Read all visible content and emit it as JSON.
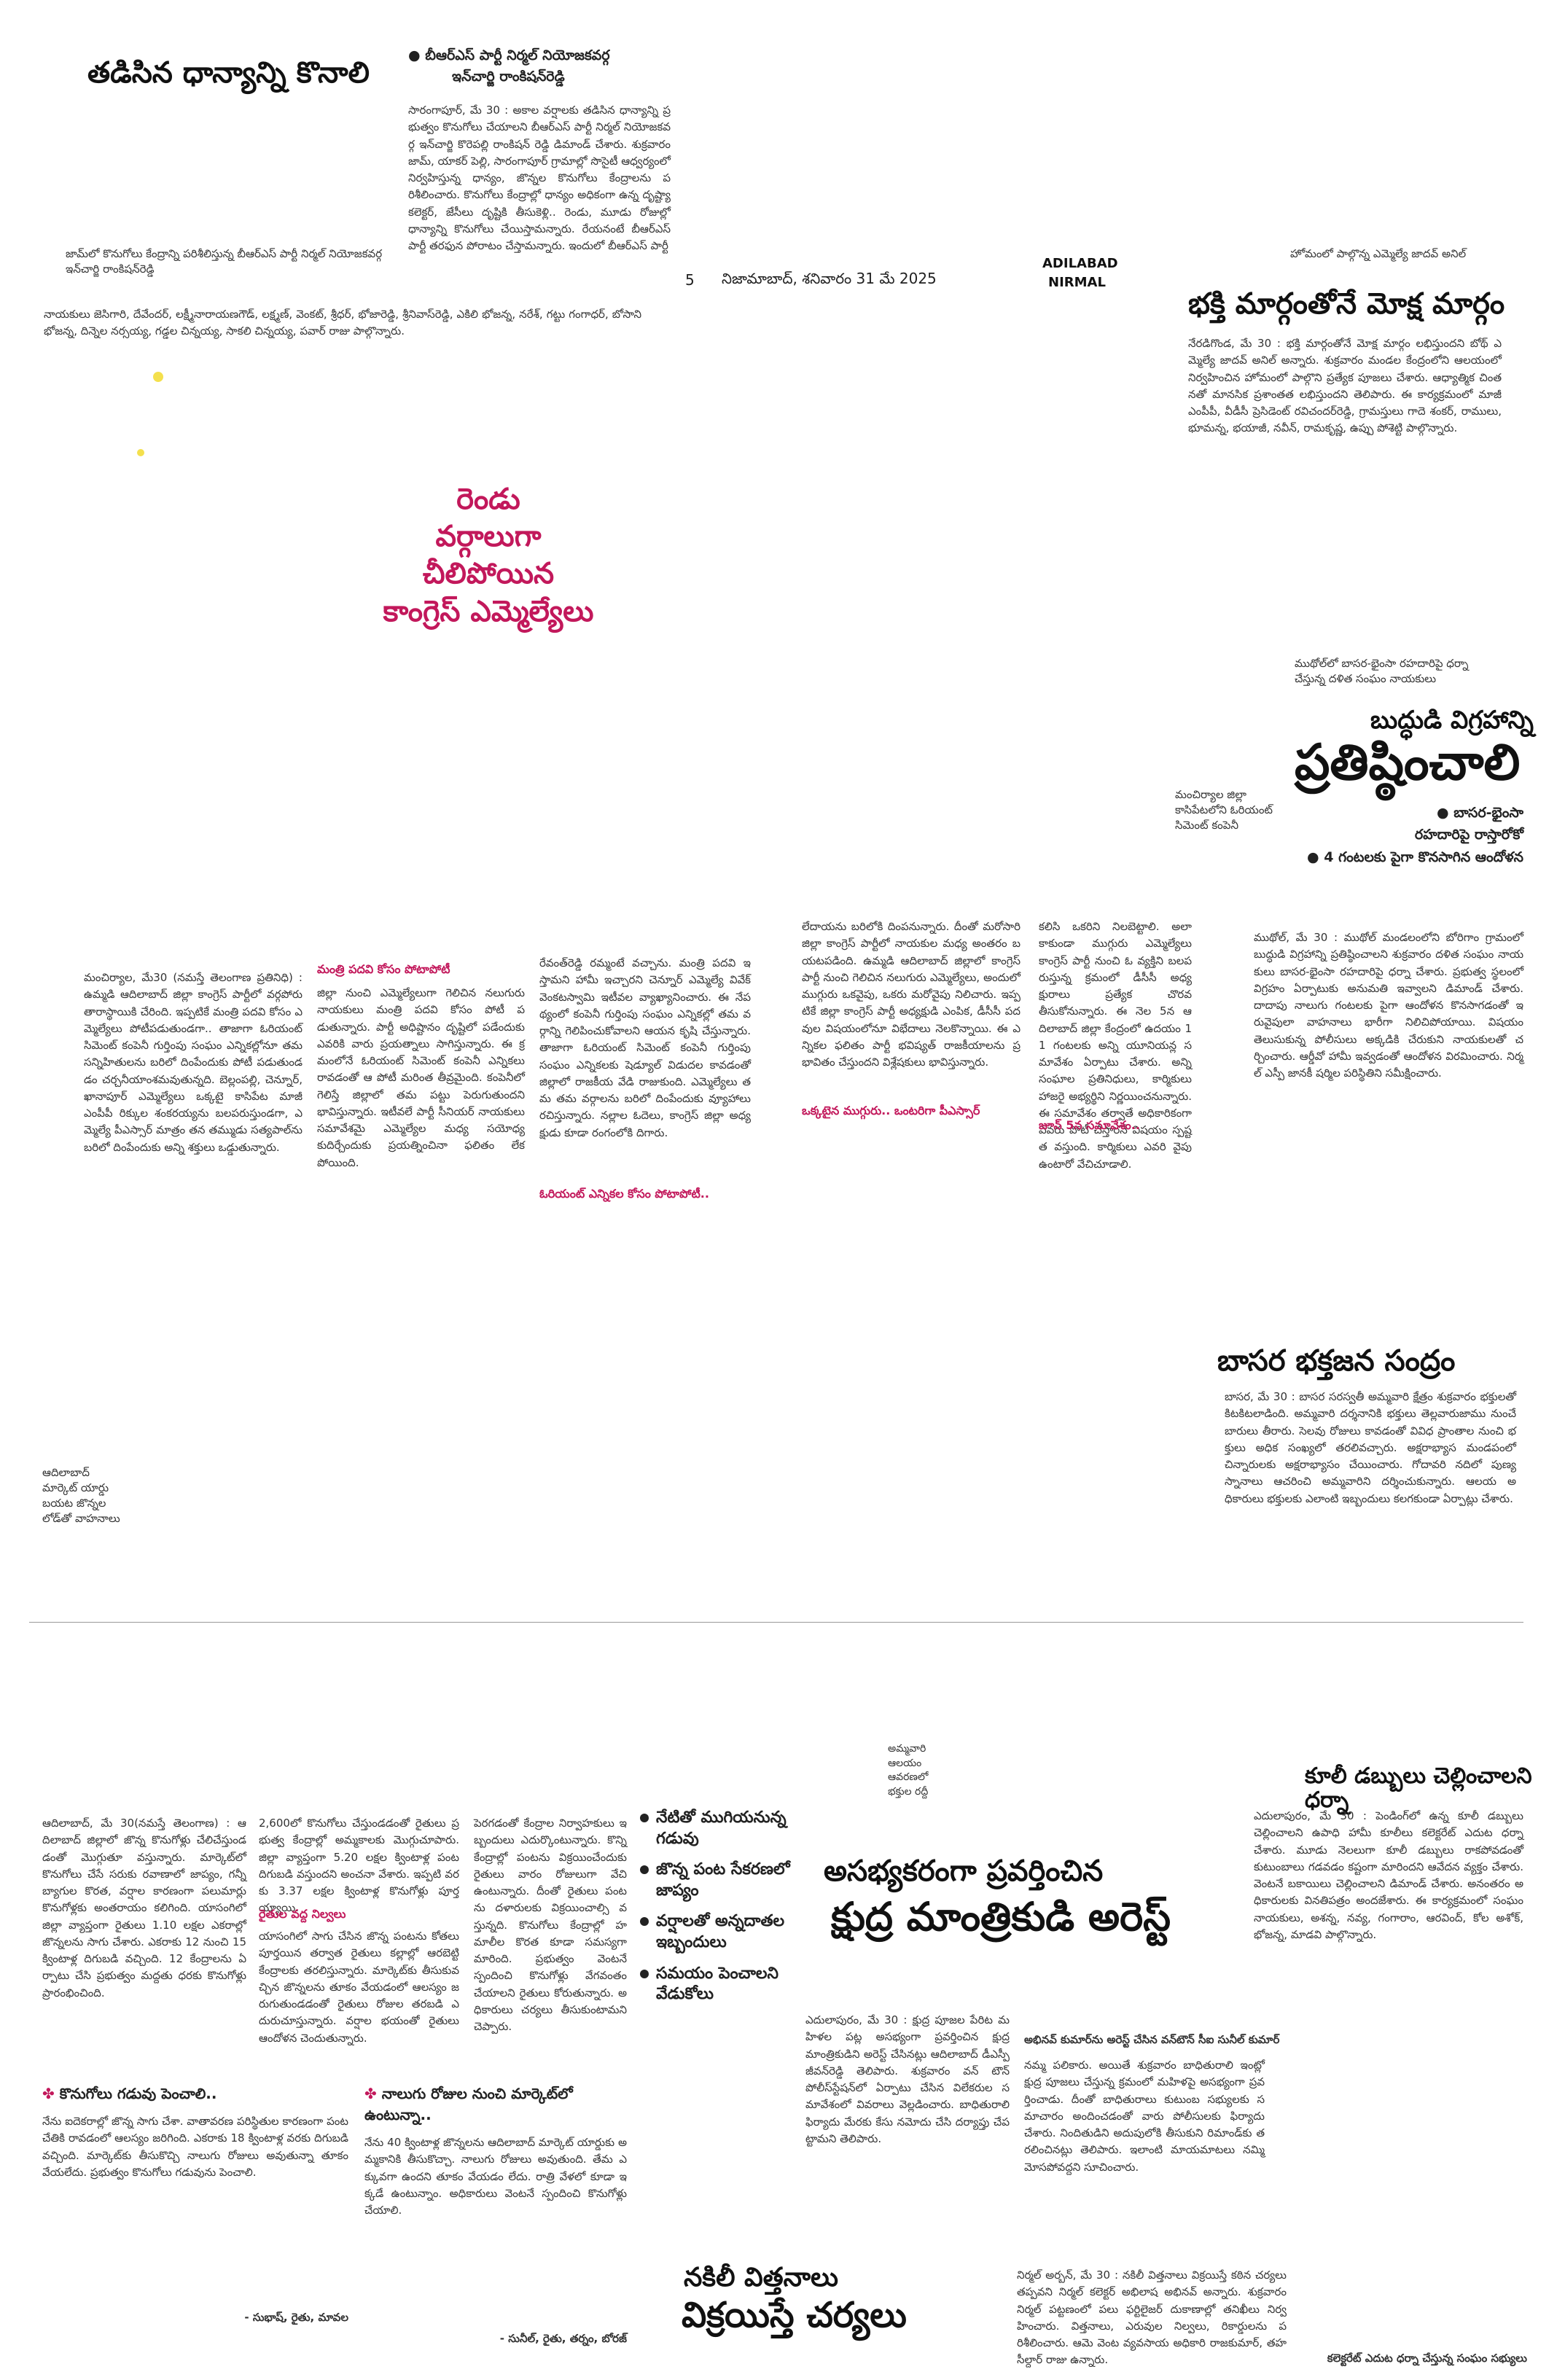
{
  "masthead": {
    "page_number": "5",
    "dateline": "నిజామాబాద్, శనివారం 31 మే 2025",
    "edition_line1": "ADILABAD",
    "edition_line2": "NIRMAL"
  },
  "story_dhanyam": {
    "headline": "తడిసిన ధాన్యాన్ని కొనాలి",
    "kicker1": "బీఆర్ఎస్ పార్టీ నిర్మల్ నియోజకవర్గ",
    "kicker2": "ఇన్‌చార్జి రాంకిషన్‌రెడ్డి",
    "body": "సారంగాపూర్, మే 30 : అకాల వర్షాలకు తడిసిన ధాన్యాన్ని ప్రభుత్వం కొనుగోలు చేయాలని బీఆర్ఎస్ పార్టీ నిర్మల్ నియోజకవర్గ ఇన్‌చార్జి కొరెపల్లి రాంకిషన్ రెడ్డి డిమాండ్ చేశారు. శుక్రవారం జామ్, యాకర్ పెల్లి, సారంగాపూర్ గ్రామాల్లో సొసైటీ ఆధ్వర్యంలో నిర్వహిస్తున్న ధాన్యం, జొన్నల కొనుగోలు కేంద్రాలను పరిశీలించారు. కొనుగోలు కేంద్రాల్లో ధాన్యం అధికంగా ఉన్న దృష్ట్యా కలెక్టర్, జేసీలు దృష్టికి తీసుకెళ్లి.. రెండు, మూడు రోజుల్లో ధాన్యాన్ని కొనుగోలు చేయిస్తామన్నారు. రేయనంటే బీఆర్ఎస్ పార్టీ తరఫున పోరాటం చేస్తామన్నారు. ఇందులో బీఆర్ఎస్ పార్టీ",
    "photo_caption": "జామ్‌లో కొనుగోలు కేంద్రాన్ని పరిశీలిస్తున్న బీఆర్ఎస్ పార్టీ నిర్మల్ నియోజకవర్గ ఇన్‌చార్జి రాంకిషన్‌రెడ్డి",
    "tail": "నాయకులు జెసిగారి, దేవేందర్, లక్ష్మీనారాయణగౌడ్, లక్ష్మణ్, వెంకట్, శ్రీధర్, భోజారెడ్డి, శ్రీనివాస్‌రెడ్డి, ఎకిలి భోజన్న, నరేశ్, గట్టు గంగాధర్, బోసాని భోజన్న, దిన్నెల నర్సయ్య, గడ్డల చిన్నయ్య, సాకలి చిన్నయ్య, పవార్ రాజు పాల్గొన్నారు."
  },
  "story_congress": {
    "headline_line1": "రెండు",
    "headline_line2": "వర్గాలుగా",
    "headline_line3": "చీలిపోయిన",
    "headline_line4": "కాంగ్రెస్ ఎమ్మెల్యేలు",
    "photo_caption": "మంచిర్యాల జిల్లా కాసిపేటలోని ఓరియంట్ సిమెంట్ కంపెనీ",
    "col1": "మంచిర్యాల, మే30 (నమస్తే తెలంగాణ ప్రతినిధి) : ఉమ్మడి ఆదిలాబాద్ జిల్లా కాంగ్రెస్ పార్టీలో వర్గపోరు తారాస్థాయికి చేరింది. ఇప్పటికే మంత్రి పదవి కోసం ఎమ్మెల్యేలు పోటీపడుతుండగా.. తాజాగా ఓరియంట్ సిమెంట్ కంపెనీ గుర్తింపు సంఘం ఎన్నికల్లోనూ తమ సన్నిహితులను బరిలో దింపేందుకు పోటీ పడుతుండడం చర్చనీయాంశమవుతున్నది. బెల్లంపల్లి, చెన్నూర్, ఖానాపూర్ ఎమ్మెల్యేలు ఒక్కటై కాసిపేట మాజీ ఎంపీపీ రిక్కుల శంకరయ్యను బలపరుస్తుండగా, ఎమ్మెల్యే పీఎస్సార్ మాత్రం తన తమ్ముడు సత్యపాల్‌ను బరిలో దింపేందుకు అన్ని శక్తులు ఒడ్డుతున్నారు.",
    "sub1": "మంత్రి పదవి కోసం పోటాపోటీ",
    "col2": "జిల్లా నుంచి ఎమ్మెల్యేలుగా గెలిచిన నలుగురు నాయకులు మంత్రి పదవి కోసం పోటీ పడుతున్నారు. పార్టీ అధిష్టానం దృష్టిలో పడేందుకు ఎవరికి వారు ప్రయత్నాలు సాగిస్తున్నారు. ఈ క్రమంలోనే ఓరియంట్ సిమెంట్ కంపెనీ ఎన్నికలు రావడంతో ఆ పోటీ మరింత తీవ్రమైంది. కంపెనీలో గెలిస్తే జిల్లాలో తమ పట్టు పెరుగుతుందని భావిస్తున్నారు. ఇటీవలే పార్టీ సీనియర్ నాయకులు సమావేశమై ఎమ్మెల్యేల మధ్య సయోధ్య కుదిర్చేందుకు ప్రయత్నించినా ఫలితం లేకపోయింది.",
    "sub2": "ఓరియంట్ ఎన్నికల కోసం పోటాపోటీ..",
    "col3": "రేవంత్‌రెడ్డి రమ్మంటే వచ్చాను. మంత్రి పదవి ఇస్తామని హామీ ఇచ్చారని చెన్నూర్ ఎమ్మెల్యే వివేక్ వెంకటస్వామి ఇటీవల వ్యాఖ్యానించారు. ఈ నేపథ్యంలో కంపెనీ గుర్తింపు సంఘం ఎన్నికల్లో తమ వర్గాన్ని గెలిపించుకోవాలని ఆయన కృషి చేస్తున్నారు. తాజాగా ఓరియంట్ సిమెంట్ కంపెనీ గుర్తింపు సంఘం ఎన్నికలకు షెడ్యూల్ విడుదల కావడంతో జిల్లాలో రాజకీయ వేడి రాజుకుంది. ఎమ్మెల్యేలు తమ తమ వర్గాలను బరిలో దింపేందుకు వ్యూహాలు రచిస్తున్నారు. నల్లాల ఓదెలు, కాంగ్రెస్ జిల్లా అధ్యక్షుడు కూడా రంగంలోకి దిగారు.",
    "sub3": "ఒక్కటైన ముగ్గురు.. ఒంటరిగా పీఎస్సార్",
    "col4": "లేదాయను బరిలోకి దింపనున్నారు. దీంతో మరోసారి జిల్లా కాంగ్రెస్ పార్టీలో నాయకుల మధ్య అంతరం బయటపడింది. ఉమ్మడి ఆదిలాబాద్ జిల్లాలో కాంగ్రెస్ పార్టీ నుంచి గెలిచిన నలుగురు ఎమ్మెల్యేలు, అందులో ముగ్గురు ఒకవైపు, ఒకరు మరోవైపు నిలిచారు. ఇప్పటికే జిల్లా కాంగ్రెస్ పార్టీ అధ్యక్షుడి ఎంపిక, డీసీసీ పదవుల విషయంలోనూ విభేదాలు నెలకొన్నాయి. ఈ ఎన్నికల ఫలితం పార్టీ భవిష్యత్ రాజకీయాలను ప్రభావితం చేస్తుందని విశ్లేషకులు భావిస్తున్నారు.",
    "sub4": "జూన్ 5న సమావేశం..",
    "col5": "కలిసి ఒకరిని నిలబెట్టాలి. అలా కాకుండా ముగ్గురు ఎమ్మెల్యేలు కాంగ్రెస్ పార్టీ నుంచి ఓ వ్యక్తిని బలపరుస్తున్న క్రమంలో డీసీసీ అధ్యక్షురాలు ప్రత్యేక చొరవ తీసుకోనున్నారు. ఈ నెల 5న ఆదిలాబాద్ జిల్లా కేంద్రంలో ఉదయం 11 గంటలకు అన్ని యూనియన్ల సమావేశం ఏర్పాటు చేశారు. అన్ని సంఘాల ప్రతినిధులు, కార్మికులు హాజరై అభ్యర్థిని నిర్ణయించనున్నారు. ఈ సమావేశం తర్వాతే అధికారికంగా ఎవరు పోటీ చేస్తారనే విషయం స్పష్టత వస్తుంది. కార్మికులు ఎవరి వైపు ఉంటారో వేచిచూడాలి."
  },
  "photo_left_caption": "ఆదిలాబాద్ మార్కెట్ యార్డు బయట జొన్నల లోడ్‌తో వాహనాలు",
  "story_jonna": {
    "col1": "ఆదిలాబాద్, మే 30(నమస్తే తెలంగాణ) : ఆదిలాబాద్ జిల్లాలో జొన్న కొనుగోళ్లు చేలిచేస్తుండడంతో మొగ్గుతూ వస్తున్నారు. మార్కెట్‌లో కొనుగోలు చేసే సరుకు రవాణాలో జాప్యం, గన్నీ బ్యాగుల కొరత, వర్షాల కారణంగా పలుమార్లు కొనుగోళ్లకు అంతరాయం కలిగింది. యాసంగిలో జిల్లా వ్యాప్తంగా రైతులు 1.10 లక్షల ఎకరాల్లో జొన్నలను సాగు చేశారు. ఎకరాకు 12 నుంచి 15 క్వింటాళ్ల దిగుబడి వచ్చింది. 12 కేంద్రాలను ఏర్పాటు చేసి ప్రభుత్వం మద్దతు ధరకు కొనుగోళ్లు ప్రారంభించింది.",
    "col2": "2,600లో కొనుగోలు చేస్తుండడంతో రైతులు ప్రభుత్వ కేంద్రాల్లో అమ్మకాలకు మొగ్గుచూపారు. జిల్లా వ్యాప్తంగా 5.20 లక్షల క్వింటాళ్ల పంట దిగుబడి వస్తుందని అంచనా వేశారు. ఇప్పటి వరకు 3.37 లక్షల క్వింటాళ్ల కొనుగోళ్లు పూర్తయ్యాయి.",
    "sub1": "రైతుల వద్ద నిల్వలు",
    "col2b": "యాసంగిలో సాగు చేసిన జొన్న పంటను కోతలు పూర్తయిన తర్వాత రైతులు కల్లాల్లో ఆరబెట్టి కేంద్రాలకు తరలిస్తున్నారు. మార్కెట్‌కు తీసుకువచ్చిన జొన్నలను తూకం వేయడంలో ఆలస్యం జరుగుతుండడంతో రైతులు రోజుల తరబడి ఎదురుచూస్తున్నారు. వర్షాల భయంతో రైతులు ఆందోళన చెందుతున్నారు.",
    "col3": "పెరగడంతో కేంద్రాల నిర్వాహకులు ఇబ్బందులు ఎదుర్కొంటున్నారు. కొన్ని కేంద్రాల్లో పంటను విక్రయించేందుకు రైతులు వారం రోజులుగా వేచి ఉంటున్నారు. దీంతో రైతులు పంటను దళారులకు విక్రయించాల్సి వస్తున్నది. కొనుగోలు కేంద్రాల్లో హమాలీల కొరత కూడా సమస్యగా మారింది. ప్రభుత్వం వెంటనే స్పందించి కొనుగోళ్లు వేగవంతం చేయాలని రైతులు కోరుతున్నారు. అధికారులు చర్యలు తీసుకుంటామని చెప్పారు.",
    "quote1_head": "కొనుగోలు గడువు పెంచాలి..",
    "quote1_body": "నేను ఐదెకరాల్లో జొన్న సాగు చేశా. వాతావరణ పరిస్థితుల కారణంగా పంట చేతికి రావడంలో ఆలస్యం జరిగింది. ఎకరాకు 18 క్వింటాళ్ల వరకు దిగుబడి వచ్చింది. మార్కెట్‌కు తీసుకొచ్చి నాలుగు రోజులు అవుతున్నా తూకం వేయలేదు. ప్రభుత్వం కొనుగోలు గడువును పెంచాలి.",
    "quote1_by": "- సుభాష్, రైతు, మావల",
    "quote2_head": "నాలుగు రోజుల నుంచి మార్కెట్‌లో ఉంటున్నా..",
    "quote2_body": "నేను 40 క్వింటాళ్ల జొన్నలను ఆదిలాబాద్ మార్కెట్ యార్డుకు అమ్మకానికి తీసుకొచ్చా. నాలుగు రోజులు అవుతుంది. తేమ ఎక్కువగా ఉందని తూకం వేయడం లేదు. రాత్రి వేళలో కూడా ఇక్కడే ఉంటున్నాం. అధికారులు వెంటనే స్పందించి కొనుగోళ్లు చేయాలి.",
    "quote2_by": "- సునీల్, రైతు, తర్నం, బోరజ్"
  },
  "highlights": {
    "items": [
      "నేటితో ముగియనున్న గడువు",
      "జొన్న పంట సేకరణలో జాప్యం",
      "వర్షాలతో అన్నదాతల ఇబ్బందులు",
      "సమయం పెంచాలని వేడుకోలు"
    ]
  },
  "story_mantrikudu": {
    "kicker": "అమ్మవారి ఆలయం ఆవరణలో భక్తుల రద్దీ",
    "headline_line1": "అసభ్యకరంగా ప్రవర్తించిన",
    "headline_line2": "క్షుద్ర మాంత్రికుడి అరెస్ట్",
    "col1": "ఎదులాపురం, మే 30 : క్షుద్ర పూజల పేరిట మహిళల పట్ల అసభ్యంగా ప్రవర్తించిన క్షుద్ర మాంత్రికుడిని అరెస్ట్ చేసినట్లు ఆదిలాబాద్ డీఎస్పీ జీవన్‌రెడ్డి తెలిపారు. శుక్రవారం వన్ టౌన్ పోలీస్‌స్టేషన్‌లో ఏర్పాటు చేసిన విలేకరుల సమావేశంలో వివరాలు వెల్లడించారు. బాధితురాలి ఫిర్యాదు మేరకు కేసు నమోదు చేసి దర్యాప్తు చేపట్టామని తెలిపారు.",
    "caption": "అభినవ్ కుమార్‌ను అరెస్ట్ చేసిన వన్‌టౌన్ సీఐ సునీల్ కుమార్",
    "col2": "నమ్మ పలికారు. అయితే శుక్రవారం బాధితురాలి ఇంట్లో క్షుద్ర పూజలు చేస్తున్న క్రమంలో మహిళపై అసభ్యంగా ప్రవర్తించాడు. దీంతో బాధితురాలు కుటుంబ సభ్యులకు సమాచారం అందించడంతో వారు పోలీసులకు ఫిర్యాదు చేశారు. నిందితుడిని అదుపులోకి తీసుకుని రిమాండ్‌కు తరలించినట్లు తెలిపారు. ఇలాంటి మాయమాటలు నమ్మి మోసపోవద్దని సూచించారు."
  },
  "story_nakili": {
    "headline_line1": "నకిలీ విత్తనాలు",
    "headline_line2": "విక్రయిస్తే చర్యలు",
    "body": "నిర్మల్ అర్బన్, మే 30 : నకిలీ విత్తనాలు విక్రయిస్తే కఠిన చర్యలు తప్పవని నిర్మల్ కలెక్టర్ అభిలాష అభినవ్ అన్నారు. శుక్రవారం నిర్మల్ పట్టణంలో పలు ఫర్టిలైజర్ దుకాణాల్లో తనిఖీలు నిర్వహించారు. విత్తనాలు, ఎరువుల నిల్వలు, రికార్డులను పరిశీలించారు. ఆమె వెంట వ్యవసాయ అధికారి రాజకుమార్, తహసీల్దార్ రాజు ఉన్నారు."
  },
  "story_bhakti": {
    "kicker": "హోమంలో పాల్గొన్న ఎమ్మెల్యే జాదవ్ అనిల్",
    "headline": "భక్తి మార్గంతోనే మోక్ష మార్గం",
    "body": "నేరడిగొండ, మే 30 : భక్తి మార్గంతోనే మోక్ష మార్గం లభిస్తుందని బోథ్ ఎమ్మెల్యే జాదవ్ అనిల్ అన్నారు. శుక్రవారం మండల కేంద్రంలోని ఆలయంలో నిర్వహించిన హోమంలో పాల్గొని ప్రత్యేక పూజలు చేశారు. ఆధ్యాత్మిక చింతనతో మానసిక ప్రశాంతత లభిస్తుందని తెలిపారు. ఈ కార్యక్రమంలో మాజీ ఎంపీపీ, వీడీసీ ప్రెసిడెంట్ రవిచందర్‌రెడ్డి, గ్రామస్తులు గాదె శంకర్, రాములు, భూమన్న, భయాజీ, నవీన్, రామకృష్ణ, ఉప్పు పోశెట్టి పాల్గొన్నారు."
  },
  "story_buddha": {
    "kicker1": "ముథోల్‌లో బాసర-భైంసా రహదారిపై ధర్నా",
    "kicker2": "చేస్తున్న దళిత సంఘం నాయకులు",
    "head1": "బుద్ధుడి విగ్రహాన్ని",
    "head2": "ప్రతిష్ఠించాలి",
    "deck1": "బాసర-భైంసా",
    "deck2": "రహదారిపై రాస్తారోకో",
    "deck3": "4 గంటలకు పైగా కొనసాగిన ఆందోళన",
    "body": "ముథోల్, మే 30 : ముథోల్ మండలంలోని బోరిగాం గ్రామంలో బుద్ధుడి విగ్రహాన్ని ప్రతిష్ఠించాలని శుక్రవారం దళిత సంఘం నాయకులు బాసర-భైంసా రహదారిపై ధర్నా చేశారు. ప్రభుత్వ స్థలంలో విగ్రహం ఏర్పాటుకు అనుమతి ఇవ్వాలని డిమాండ్ చేశారు. దాదాపు నాలుగు గంటలకు పైగా ఆందోళన కొనసాగడంతో ఇరువైపులా వాహనాలు భారీగా నిలిచిపోయాయి. విషయం తెలుసుకున్న పోలీసులు అక్కడికి చేరుకుని నాయకులతో చర్చించారు. ఆర్డీవో హామీ ఇవ్వడంతో ఆందోళన విరమించారు. నిర్మల్ ఎస్పీ జానకీ షర్మిల పరిస్థితిని సమీక్షించారు."
  },
  "story_basara": {
    "headline": "బాసర భక్తజన సంద్రం",
    "body": "బాసర, మే 30 : బాసర సరస్వతీ అమ్మవారి క్షేత్రం శుక్రవారం భక్తులతో కిటకిటలాడింది. అమ్మవారి దర్శనానికి భక్తులు తెల్లవారుజాము నుంచే బారులు తీరారు. సెలవు రోజులు కావడంతో వివిధ ప్రాంతాల నుంచి భక్తులు అధిక సంఖ్యలో తరలివచ్చారు. అక్షరాభ్యాస మండపంలో చిన్నారులకు అక్షరాభ్యాసం చేయించారు. గోదావరి నదిలో పుణ్యస్నానాలు ఆచరించి అమ్మవారిని దర్శించుకున్నారు. ఆలయ అధికారులు భక్తులకు ఎలాంటి ఇబ్బందులు కలగకుండా ఏర్పాట్లు చేశారు."
  },
  "story_kuli": {
    "headline": "కూలీ డబ్బులు చెల్లించాలని ధర్నా",
    "body": "ఎదులాపురం, మే 30 : పెండింగ్‌లో ఉన్న కూలీ డబ్బులు చెల్లించాలని ఉపాధి హామీ కూలీలు కలెక్టరేట్ ఎదుట ధర్నా చేశారు. మూడు నెలలుగా కూలీ డబ్బులు రాకపోవడంతో కుటుంబాలు గడవడం కష్టంగా మారిందని ఆవేదన వ్యక్తం చేశారు. వెంటనే బకాయిలు చెల్లించాలని డిమాండ్ చేశారు. అనంతరం అధికారులకు వినతిపత్రం అందజేశారు. ఈ కార్యక్రమంలో సంఘం నాయకులు, అశన్న, నవ్య, గంగారాం, ఆరవింద్, కోల అశోక్, భోజన్న, మాడవి పాల్గొన్నారు.",
    "caption": "కలెక్టరేట్ ఎదుట ధర్నా చేస్తున్న సంఘం సభ్యులు"
  }
}
